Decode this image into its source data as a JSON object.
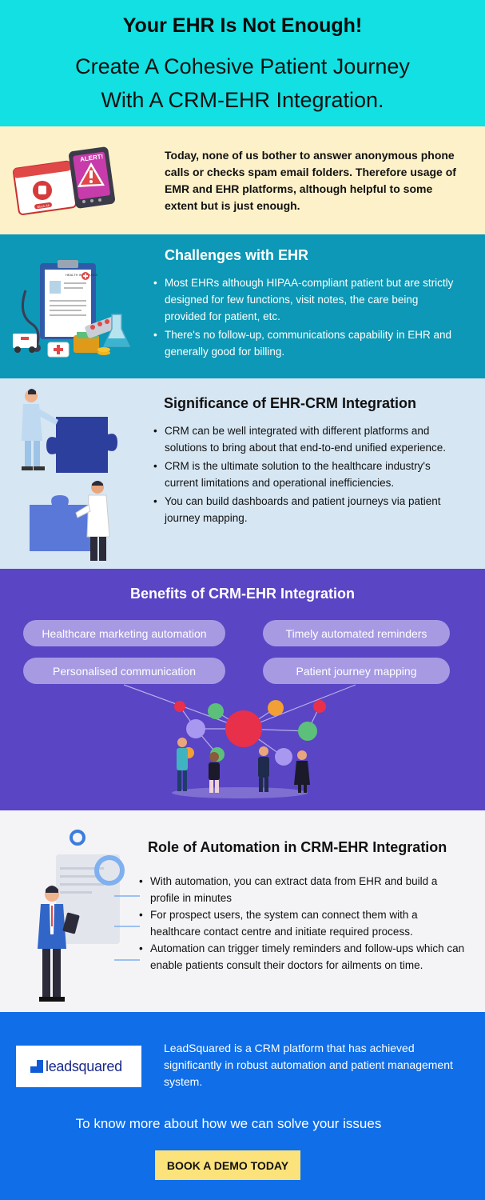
{
  "header": {
    "title": "Your EHR Is Not Enough!",
    "subtitle_line1": "Create A Cohesive Patient Journey",
    "subtitle_line2": "With A CRM-EHR Integration."
  },
  "intro": {
    "text": "Today, none of us bother to answer anonymous phone calls or checks spam email folders. Therefore usage of EMR and EHR platforms, although helpful to some extent but is just enough.",
    "alert_label": "ALERT!",
    "block_label": "Block All"
  },
  "challenges": {
    "title": "Challenges with EHR",
    "items": [
      "Most EHRs although HIPAA-compliant patient but are strictly designed for few functions, visit notes, the care being provided for patient, etc.",
      "There's no follow-up, communications capability in EHR and generally good for billing."
    ],
    "clipboard_label": "HEALTH INSURANCE"
  },
  "significance": {
    "title": "Significance of EHR-CRM Integration",
    "items": [
      "CRM can be well integrated with different platforms and solutions to bring about that end-to-end unified experience.",
      "CRM is the ultimate solution to the healthcare industry's current limitations and operational inefficiencies.",
      "You can build dashboards and patient journeys via patient journey mapping."
    ]
  },
  "benefits": {
    "title": "Benefits of CRM-EHR Integration",
    "pills": [
      "Healthcare marketing automation",
      "Timely automated reminders",
      "Personalised communication",
      "Patient journey mapping"
    ]
  },
  "role": {
    "title": "Role of Automation in CRM-EHR Integration",
    "items": [
      "With automation, you can extract data from EHR and build a profile in minutes",
      "For prospect users, the system can connect them with a healthcare contact centre and initiate required process.",
      "Automation can trigger timely reminders and follow-ups which can enable patients consult their doctors for ailments on time."
    ]
  },
  "footer": {
    "logo_text": "leadsquared",
    "description": "LeadSquared is a CRM platform that has achieved significantly in robust automation and patient management system.",
    "more_text": "To know more about how we can solve your issues",
    "cta_label": "BOOK A DEMO TODAY"
  },
  "colors": {
    "header_bg": "#13e0e2",
    "intro_bg": "#fdf1c9",
    "challenges_bg": "#0c98b6",
    "significance_bg": "#d6e6f3",
    "benefits_bg": "#5a45c4",
    "role_bg": "#f4f4f6",
    "footer_bg": "#0f6ee8",
    "cta_bg": "#fbe27a"
  }
}
